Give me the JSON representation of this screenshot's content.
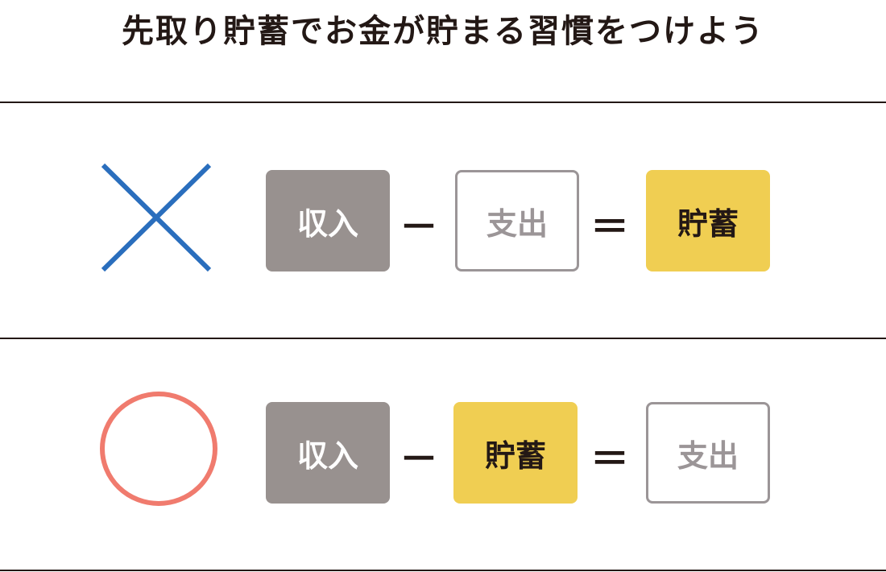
{
  "title": "先取り貯蓄でお金が貯まる習慣をつけよう",
  "rows": [
    {
      "verdict": "wrong",
      "mark_icon": "cross-icon",
      "mark_color": "#2a6ebd",
      "terms": [
        "収入",
        "支出",
        "貯蓄"
      ],
      "operators": [
        "－",
        "＝"
      ]
    },
    {
      "verdict": "correct",
      "mark_icon": "circle-icon",
      "mark_color": "#f07b6e",
      "terms": [
        "収入",
        "貯蓄",
        "支出"
      ],
      "operators": [
        "－",
        "＝"
      ]
    }
  ],
  "colors": {
    "income": "#98918f",
    "savings": "#f0ce52",
    "expense_border": "#9b9597"
  }
}
